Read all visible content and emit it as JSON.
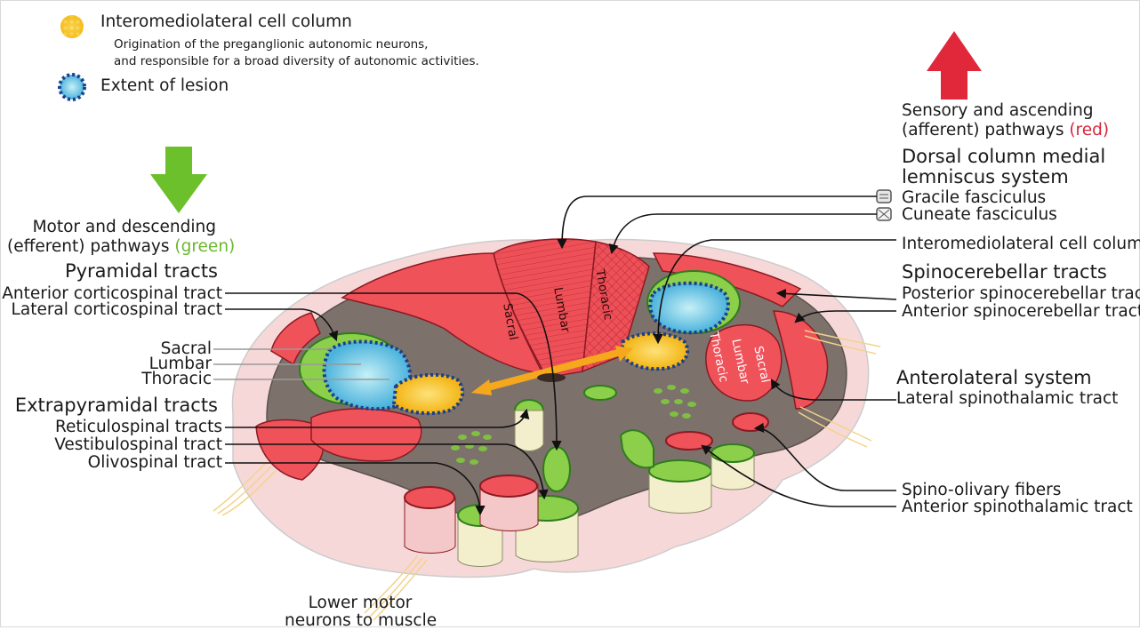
{
  "legend": {
    "iml_title": "Interomediolateral cell column",
    "iml_desc_line1": "Origination of the preganglionic autonomic neurons,",
    "iml_desc_line2": "and responsible for a broad diversity of autonomic activities.",
    "lesion_title": "Extent of lesion"
  },
  "motor": {
    "line1": "Motor and descending",
    "line2_prefix": "(efferent) pathways ",
    "line2_color": "(green)"
  },
  "sensory": {
    "line1": "Sensory and ascending",
    "line2_prefix": "(afferent) pathways ",
    "line2_color": "(red)"
  },
  "dorsal": {
    "title_line1": "Dorsal column medial",
    "title_line2": "lemniscus system",
    "gracile": "Gracile fasciculus",
    "cuneate": "Cuneate fasciculus"
  },
  "right_labels": {
    "iml": "Interomediolateral cell column",
    "spinocerebellar_title": "Spinocerebellar tracts",
    "posterior_sc": "Posterior spinocerebellar tract",
    "anterior_sc": "Anterior spinocerebellar tract",
    "anterolateral_title": "Anterolateral system",
    "lateral_st": "Lateral spinothalamic tract",
    "spino_olivary": "Spino-olivary fibers",
    "anterior_st": "Anterior spinothalamic tract"
  },
  "left_labels": {
    "pyramidal_title": "Pyramidal tracts",
    "anterior_cs": "Anterior corticospinal tract",
    "lateral_cs": "Lateral corticospinal tract",
    "sacral": "Sacral",
    "lumbar": "Lumbar",
    "thoracic": "Thoracic",
    "extrapyramidal_title": "Extrapyramidal tracts",
    "reticulospinal": "Reticulospinal tracts",
    "vestibulospinal": "Vestibulospinal tract",
    "olivospinal": "Olivospinal tract"
  },
  "bottom": {
    "line1": "Lower motor",
    "line2": "neurons to muscle"
  },
  "in_figure": {
    "dorsal_sacral": "Sacral",
    "dorsal_lumbar": "Lumbar",
    "dorsal_thoracic": "Thoracic",
    "right_thoracic": "Thoracic",
    "right_lumbar": "Lumbar",
    "right_sacral": "Sacral"
  },
  "colors": {
    "motor_green": "#6ab82e",
    "sensory_red": "#d8243a",
    "tract_red": "#f0525a",
    "tract_green": "#8ccf4a",
    "gray_matter": "#7d716c",
    "iml_yellow": "#f6c322",
    "lesion_blue": "#9adbe8",
    "lesion_border": "#1c3f8a",
    "arrow_orange": "#f5a81c"
  },
  "icons": [
    "iml-legend-icon",
    "lesion-legend-icon",
    "down-arrow-icon",
    "up-arrow-icon",
    "gracile-icon",
    "cuneate-icon"
  ]
}
